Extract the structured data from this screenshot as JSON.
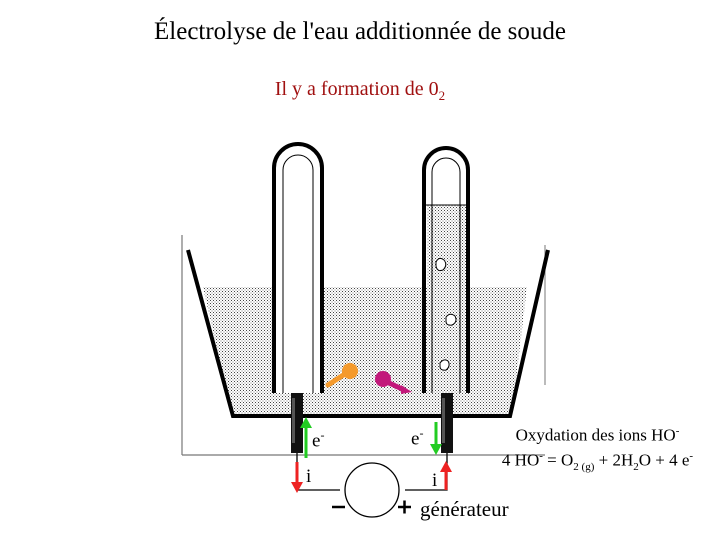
{
  "title": "Électrolyse de l'eau additionnée de soude",
  "subtitle": {
    "text": "Il y a formation de 0",
    "sub": "2"
  },
  "labels": {
    "electron_left": "e",
    "electron_left_sup": "-",
    "electron_right": "e",
    "electron_right_sup": "-",
    "current_left": "i",
    "current_right": "i",
    "minus": "−",
    "plus": "+",
    "generator": "générateur"
  },
  "oxidation": {
    "line1": "Oxydation des ions HO",
    "line1_sup": "-",
    "line2_a": "4 HO",
    "line2_sup1": "-",
    "line2_b": " = O",
    "line2_sub1": "2 (g)",
    "line2_c": " + 2H",
    "line2_sub2": "2",
    "line2_d": "O + 4 e",
    "line2_sup2": "-"
  },
  "colors": {
    "ion_orange": "#f59a2c",
    "ion_magenta": "#c2187a",
    "arrow_green": "#22cc22",
    "arrow_red": "#ee2222",
    "subtitle_red": "#a01010"
  }
}
